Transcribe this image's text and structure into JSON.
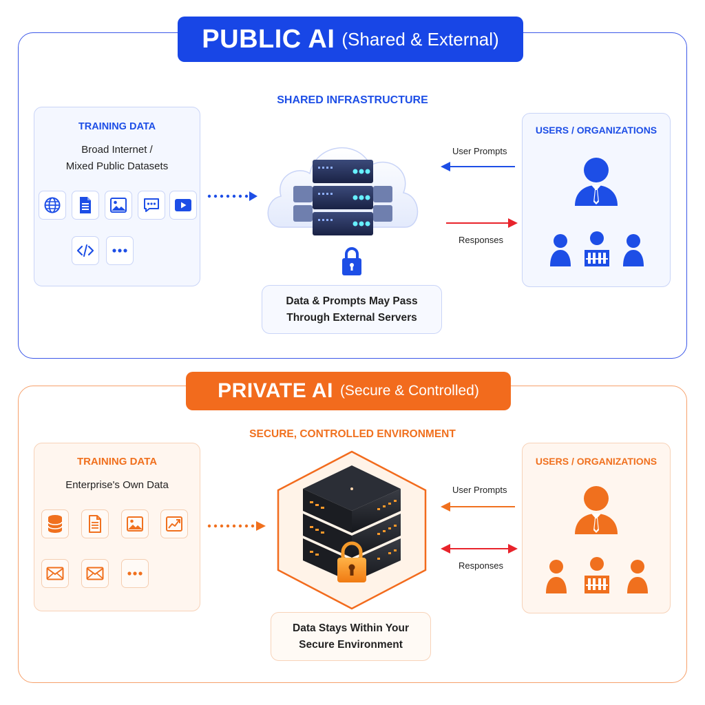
{
  "public": {
    "title": "PUBLIC AI",
    "subtitle": "(Shared & External)",
    "training": {
      "heading": "TRAINING DATA",
      "line1": "Broad Internet /",
      "line2": "Mixed Public Datasets",
      "icons": [
        "globe-icon",
        "document-icon",
        "image-icon",
        "chat-icon",
        "video-play-icon",
        "code-icon",
        "more-icon"
      ]
    },
    "infrastructure": {
      "heading": "SHARED INFRASTRUCTURE",
      "note_line1": "Data & Prompts May Pass",
      "note_line2": "Through External Servers"
    },
    "users": {
      "heading": "USERS / ORGANIZATIONS"
    },
    "flows": {
      "prompts": "User Prompts",
      "responses": "Responses"
    }
  },
  "private": {
    "title": "PRIVATE AI",
    "subtitle": "(Secure & Controlled)",
    "training": {
      "heading": "TRAINING DATA",
      "line1": "Enterprise's Own Data",
      "icons": [
        "database-icon",
        "document-icon",
        "image-icon",
        "chart-icon",
        "mail-icon",
        "mail-icon",
        "more-icon"
      ]
    },
    "environment": {
      "heading": "SECURE, CONTROLLED ENVIRONMENT",
      "note_line1": "Data Stays Within Your",
      "note_line2": "Secure Environment"
    },
    "users": {
      "heading": "USERS / ORGANIZATIONS"
    },
    "flows": {
      "prompts": "User Prompts",
      "responses": "Responses"
    }
  },
  "colors": {
    "public_accent": "#1846e6",
    "private_accent": "#f26b1d",
    "response_red": "#e8232b"
  }
}
